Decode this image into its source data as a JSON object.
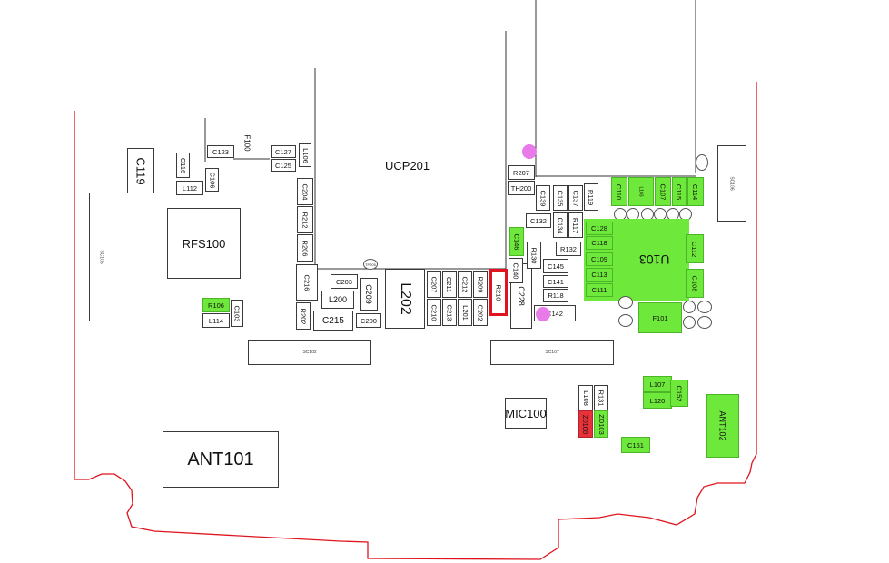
{
  "board": {
    "colors": {
      "outline": "#e0141e",
      "highlight": "#6ee83a",
      "warn": "#e8323a",
      "marker": "#e97ae9",
      "selected": "#e0141e"
    },
    "chip_label": "UCP201",
    "components": {
      "c119": "C119",
      "c123": "C123",
      "f100": "F100",
      "c127": "C127",
      "c125": "C125",
      "l106": "L106",
      "c116": "C116",
      "c106": "C106",
      "l112": "L112",
      "rfs100": "RFS100",
      "sc105": "SC105",
      "r106": "R106",
      "l114": "L114",
      "c103": "C103",
      "c204": "C204",
      "r212": "R212",
      "r206": "R206",
      "c216": "C216",
      "r202": "R202",
      "c203": "C203",
      "l200": "L200",
      "c209": "C209",
      "c215": "C215",
      "c200": "C200",
      "tp205": "TP205",
      "l202": "L202",
      "c207": "C207",
      "c210": "C210",
      "c211": "C211",
      "c213": "C213",
      "c212": "C212",
      "l201": "L201",
      "r209": "R209",
      "c202": "C202",
      "r210": "R210",
      "c228": "C228",
      "c142": "C142",
      "sc102": "SC102",
      "sc107": "SC107",
      "r207": "R207",
      "th200": "TH200",
      "c139": "C139",
      "c135": "C135",
      "c137": "C137",
      "r119": "R119",
      "c132": "C132",
      "c134": "C134",
      "r117": "R117",
      "c146": "C146",
      "r130": "R130",
      "c140": "C140",
      "r132": "R132",
      "c145": "C145",
      "c141": "C141",
      "r118": "R118",
      "c110": "C110",
      "l103": "L103",
      "c107": "C107",
      "c115": "C115",
      "c114": "C114",
      "c128": "C128",
      "c118": "C118",
      "c109": "C109",
      "c113": "C113",
      "c111": "C111",
      "u103": "U103",
      "c112": "C112",
      "c108": "C108",
      "f101": "F101",
      "sc106": "SC106",
      "mic100": "MIC100",
      "l108": "L108",
      "r131": "R131",
      "z0100": "Z0100",
      "zd103": "ZD103",
      "l107": "L107",
      "l120": "L120",
      "c152": "C152",
      "c151": "C151",
      "ant102": "ANT102",
      "ant101": "ANT101"
    }
  }
}
